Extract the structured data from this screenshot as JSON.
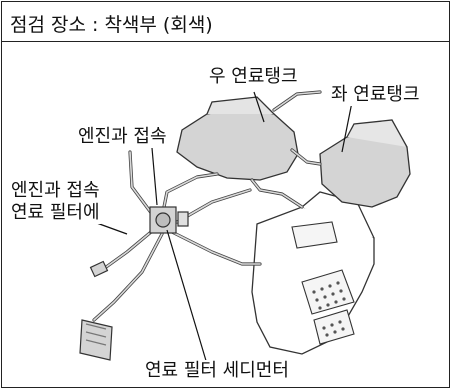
{
  "title": "점검 장소 : 착색부 (회색)",
  "labels": {
    "right_fuel_tank": "우 연료탱크",
    "left_fuel_tank": "좌 연료탱크",
    "engine_connection_upper": "엔진과 접속",
    "engine_connection_lower": "엔진과 접속",
    "fuel_filter": "연료 필터에",
    "fuel_filter_sedimenter": "연료 필터 세디먼터"
  },
  "colors": {
    "border": "#222222",
    "part_fill": "#d9d9d9",
    "line": "#333333"
  }
}
